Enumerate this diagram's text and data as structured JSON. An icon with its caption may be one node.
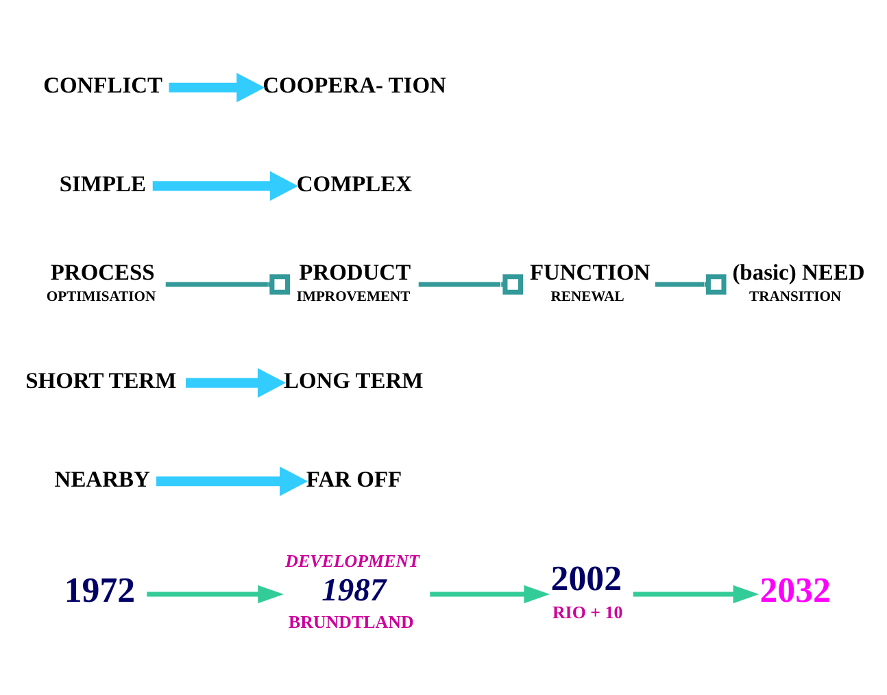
{
  "diagram": {
    "nodes": [
      {
        "text": [
          "1972"
        ]
      },
      {
        "text": [
          "1987"
        ],
        "beside": [
          "DEVELOPMENT",
          "BRUNDTLAND"
        ]
      },
      {
        "text": [
          "2002"
        ],
        "beside": [
          "RIO + 10"
        ]
      },
      {
        "text": [
          "2032"
        ]
      },
      {
        "text": [
          "NEARBY"
        ]
      },
      {
        "text": [
          "FAR OFF"
        ]
      },
      {
        "text": [
          "SHORT TERM"
        ]
      },
      {
        "text": [
          "LONG TERM"
        ]
      },
      {
        "text": [
          "PROCESS",
          "OPTIMISATION"
        ]
      },
      {
        "text": [
          "PRODUCT",
          "IMPROVEMENT"
        ]
      },
      {
        "text": [
          "FUNCTION",
          "RENEWAL"
        ]
      },
      {
        "text": [
          "(basic) NEED",
          "TRANSITION"
        ]
      },
      {
        "text": [
          "SIMPLE"
        ]
      },
      {
        "text": [
          "COMPLEX"
        ]
      },
      {
        "text": [
          "CONFLICT"
        ]
      },
      {
        "text": [
          "COOPERA- TION"
        ]
      }
    ],
    "edges": [
      {
        "from": 0,
        "to": 1,
        "arrow": "to",
        "color": "#33cc99"
      },
      {
        "from": 1,
        "to": 2,
        "arrow": "to",
        "color": "#33cc99"
      },
      {
        "from": 2,
        "to": 3,
        "arrow": "to",
        "color": "#33cc99"
      },
      {
        "from": 4,
        "to": 5,
        "arrow": "to",
        "style": "thick"
      },
      {
        "from": 6,
        "to": 7,
        "arrow": "to",
        "style": "thick"
      },
      {
        "from": 8,
        "to": 9,
        "arrow": "other",
        "color": "#339999"
      },
      {
        "from": 9,
        "to": 10,
        "arrow": "other",
        "color": "#339999"
      },
      {
        "from": 10,
        "to": 11,
        "arrow": "other",
        "color": "#339999"
      },
      {
        "from": 12,
        "to": 13,
        "arrow": "to",
        "style": "thick"
      },
      {
        "from": 14,
        "to": 15,
        "arrow": "to",
        "style": "thick"
      }
    ]
  }
}
